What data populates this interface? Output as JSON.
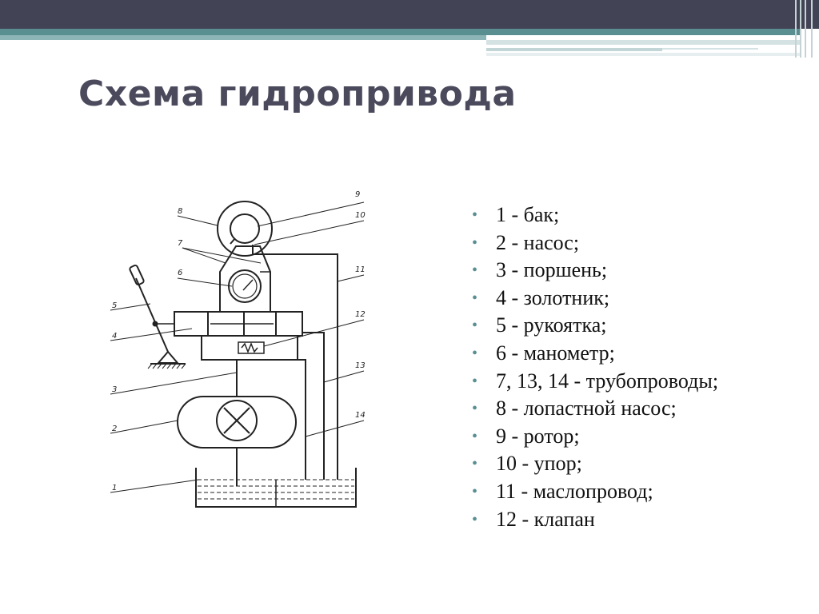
{
  "title": "Схема гидропривода",
  "bullet_glyph": "•",
  "legend": [
    "1 - бак;",
    "2 - насос;",
    "3 - поршень;",
    "4 - золотник;",
    "5 - рукоятка;",
    "6 - манометр;",
    "7, 13, 14 - трубопроводы;",
    "8 - лопастной насос;",
    "9 - ротор;",
    "10 - упор;",
    "11 - маслопровод;",
    "12 - клапан"
  ],
  "callouts": [
    "1",
    "2",
    "3",
    "4",
    "5",
    "6",
    "7",
    "8",
    "9",
    "10",
    "11",
    "12",
    "13",
    "14"
  ],
  "colors": {
    "title": "#4a4a5c",
    "topbar": "#434356",
    "accent": "#5a8f92",
    "line": "#222222"
  }
}
